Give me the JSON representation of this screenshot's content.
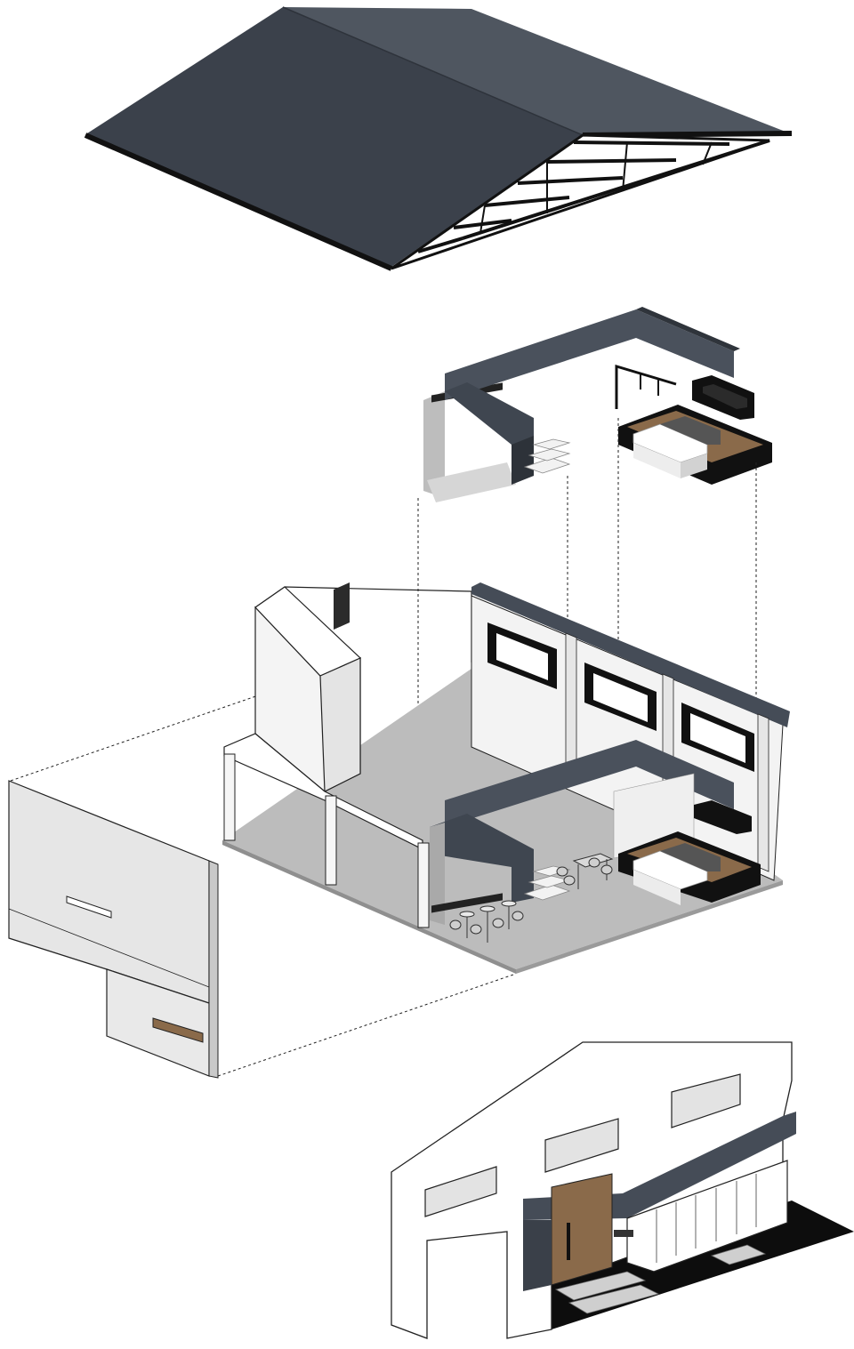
{
  "diagram": {
    "kind": "exploded-axonometric",
    "components": [
      {
        "id": "roof",
        "label": ""
      },
      {
        "id": "mezzanine",
        "label": ""
      },
      {
        "id": "kitchen-island",
        "label": ""
      },
      {
        "id": "ground-floor",
        "label": ""
      },
      {
        "id": "side-facade",
        "label": ""
      },
      {
        "id": "entrance-facade",
        "label": ""
      }
    ],
    "colors": {
      "roof": "#3c424c",
      "roof_light": "#4d545e",
      "accent_beam": "#454c57",
      "floor": "#b9b9b9",
      "wall": "#f4f4f4",
      "wall_shade": "#e0e0e0",
      "wood": "#8a6a4a",
      "black": "#0f0f0f"
    },
    "entrance_sign": {
      "vertical_text": "",
      "badge_text": ""
    }
  }
}
